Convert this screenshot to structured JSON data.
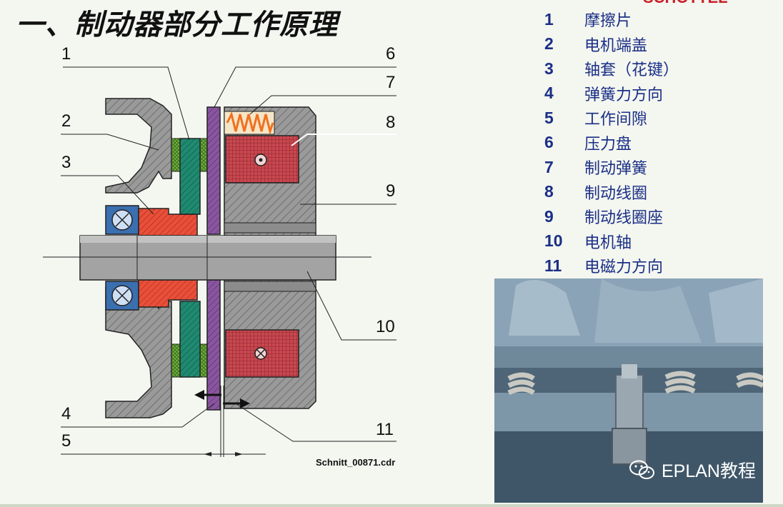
{
  "title": "一、制动器部分工作原理",
  "brand": "SCHOTTEL",
  "legend": [
    {
      "num": "1",
      "text": "摩擦片"
    },
    {
      "num": "2",
      "text": "电机端盖"
    },
    {
      "num": "3",
      "text": "轴套（花键）"
    },
    {
      "num": "4",
      "text": "弹簧力方向"
    },
    {
      "num": "5",
      "text": "工作间隙"
    },
    {
      "num": "6",
      "text": "压力盘"
    },
    {
      "num": "7",
      "text": "制动弹簧"
    },
    {
      "num": "8",
      "text": "制动线圈"
    },
    {
      "num": "9",
      "text": "制动线圈座"
    },
    {
      "num": "10",
      "text": "电机轴"
    },
    {
      "num": "11",
      "text": "电磁力方向"
    }
  ],
  "diagram": {
    "callouts": [
      "1",
      "2",
      "3",
      "4",
      "5",
      "6",
      "7",
      "8",
      "9",
      "10",
      "11"
    ],
    "file_label": "Schnitt_00871.cdr"
  },
  "watermark": "EPLAN教程",
  "colors": {
    "legend_text": "#1a2f86",
    "friction_disc": "#1f8a70",
    "coil": "#c8474f",
    "bushing": "#e8503a",
    "pressure_plate": "#8a55a0",
    "spring": "#f07020",
    "housing": "#8f8f8f",
    "shaft": "#9a9a9a",
    "bearing": "#3a6fb0"
  }
}
